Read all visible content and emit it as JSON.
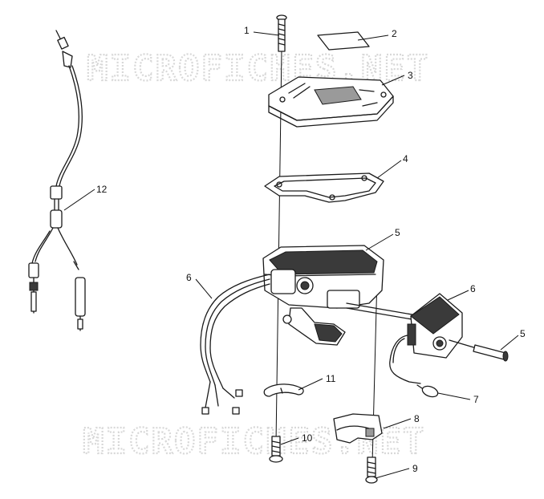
{
  "watermark": {
    "text": "MICROFICHES.NET"
  },
  "callouts": [
    {
      "id": "c1",
      "label": "1"
    },
    {
      "id": "c2",
      "label": "2"
    },
    {
      "id": "c3",
      "label": "3"
    },
    {
      "id": "c4",
      "label": "4"
    },
    {
      "id": "c5a",
      "label": "5"
    },
    {
      "id": "c5b",
      "label": "5"
    },
    {
      "id": "c6a",
      "label": "6"
    },
    {
      "id": "c6b",
      "label": "6"
    },
    {
      "id": "c7",
      "label": "7"
    },
    {
      "id": "c8",
      "label": "8"
    },
    {
      "id": "c9",
      "label": "9"
    },
    {
      "id": "c10",
      "label": "10"
    },
    {
      "id": "c11",
      "label": "11"
    },
    {
      "id": "c12",
      "label": "12"
    }
  ],
  "colors": {
    "ink": "#1a1a1a",
    "watermark": "#d8d8d8",
    "background": "#ffffff"
  }
}
